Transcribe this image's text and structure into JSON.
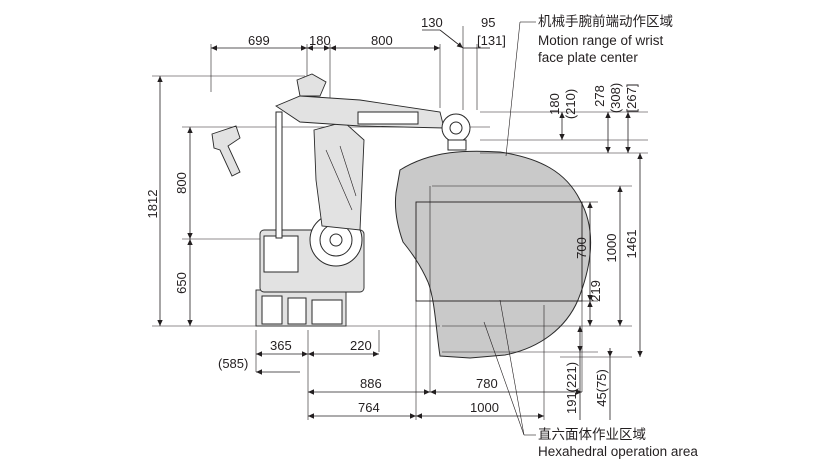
{
  "labels": {
    "motion_range_cn": "机械手腕前端动作区域",
    "motion_range_en1": "Motion range of wrist",
    "motion_range_en2": "face plate center",
    "hexa_cn": "直六面体作业区域",
    "hexa_en": "Hexahedral operation area"
  },
  "dims": {
    "d699": "699",
    "d180a": "180",
    "d800a": "800",
    "d130": "130",
    "d95": "95",
    "d131": "[131]",
    "d1812": "1812",
    "d800v": "800",
    "d650": "650",
    "d365": "365",
    "d220": "220",
    "d585": "(585)",
    "d886": "886",
    "d780": "780",
    "d764": "764",
    "d1000h": "1000",
    "d180v": "180",
    "d210": "(210)",
    "d278": "278",
    "d308": "(308)",
    "d267": "[267]",
    "d700": "700",
    "d1000v": "1000",
    "d1461": "1461",
    "d219": "219",
    "d191": "191(221)",
    "d45": "45(75)"
  },
  "colors": {
    "area_fill": "#c9c9c9",
    "line": "#231f20",
    "robot_shade": "#e2e2e2"
  }
}
